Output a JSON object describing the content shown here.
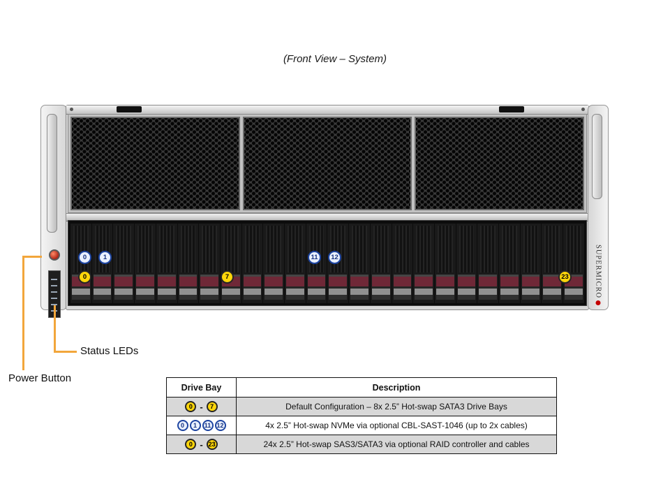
{
  "title": "(Front View – System)",
  "labels": {
    "status_leds": "Status LEDs",
    "power_button": "Power Button"
  },
  "chassis": {
    "brand": "SUPERMICRO",
    "drive_bay_count": 24,
    "grille_panel_count": 3,
    "badges": {
      "nvme": [
        "0",
        "1",
        "11",
        "12"
      ],
      "sata_first": "0",
      "sata_last": "7",
      "sas_last": "23"
    }
  },
  "colors": {
    "accent_orange": "#F2A63B",
    "badge_yellow": "#FFD60A",
    "badge_blue_border": "#1D44A0",
    "latch_maroon": "#6F2837"
  },
  "table": {
    "headers": [
      "Drive Bay",
      "Description"
    ],
    "range_separator": "-",
    "rows": [
      {
        "badge_style": "yellow-range",
        "badges": [
          "0",
          "7"
        ],
        "description": "Default Configuration – 8x 2.5” Hot-swap SATA3 Drive Bays"
      },
      {
        "badge_style": "blue-list",
        "badges": [
          "0",
          "1",
          "11",
          "12"
        ],
        "description": "4x 2.5” Hot-swap NVMe via optional CBL-SAST-1046 (up to 2x cables)"
      },
      {
        "badge_style": "yellow-range",
        "badges": [
          "0",
          "23"
        ],
        "description": "24x 2.5” Hot-swap SAS3/SATA3 via optional RAID controller and cables"
      }
    ]
  }
}
